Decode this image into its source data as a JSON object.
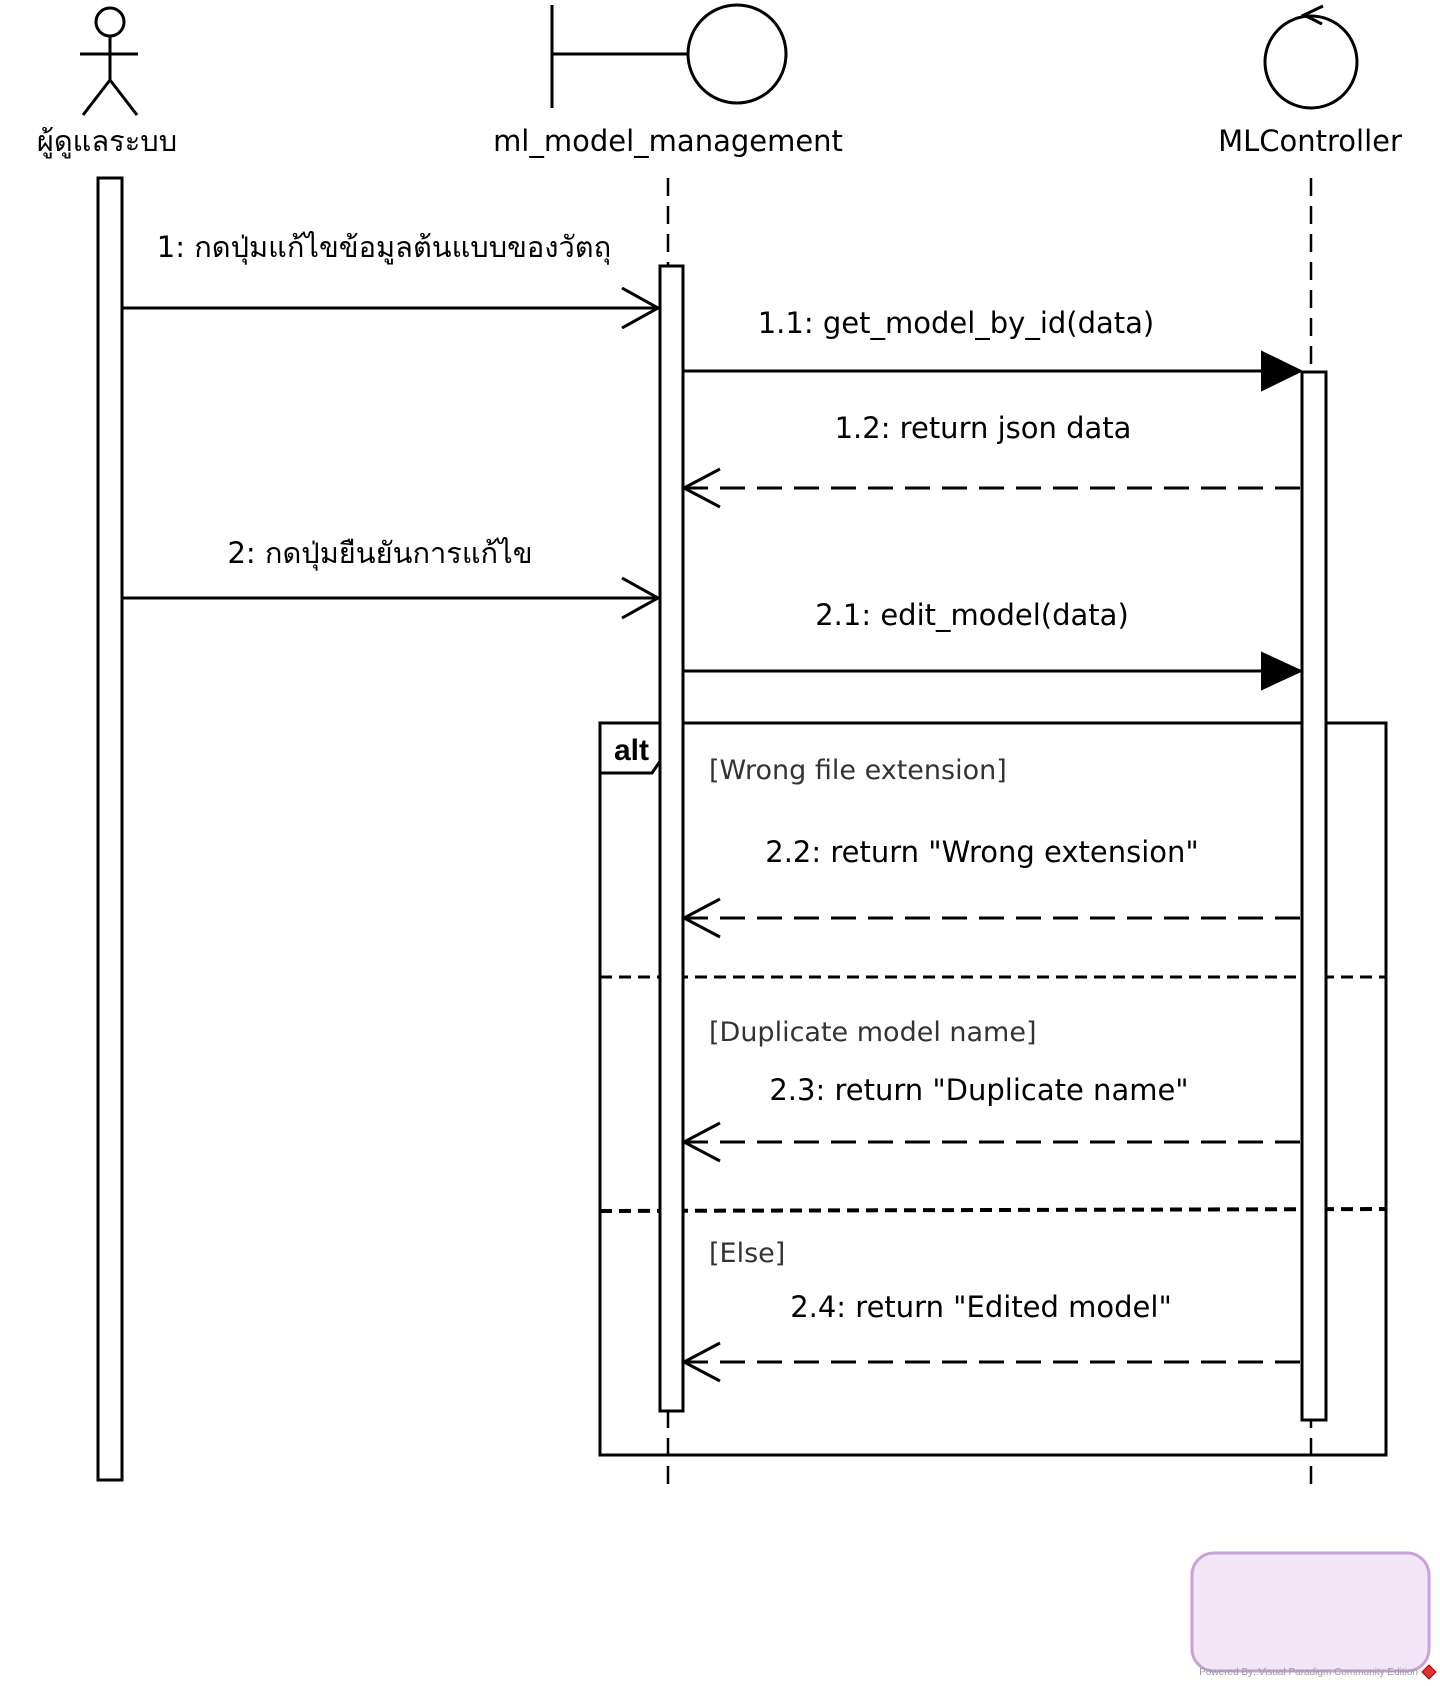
{
  "lifelines": [
    {
      "name": "ผู้ดูแลระบบ",
      "kind": "actor"
    },
    {
      "name": "ml_model_management",
      "kind": "boundary"
    },
    {
      "name": "MLController",
      "kind": "control"
    }
  ],
  "messages": [
    {
      "label": "1: กดปุ่มแก้ไขข้อมูลต้นแบบของวัตถุ",
      "type": "async"
    },
    {
      "label": "1.1: get_model_by_id(data)",
      "type": "sync"
    },
    {
      "label": "1.2: return json data",
      "type": "return"
    },
    {
      "label": "2: กดปุ่มยืนยันการแก้ไข",
      "type": "async"
    },
    {
      "label": "2.1: edit_model(data)",
      "type": "sync"
    },
    {
      "label": "2.2: return \"Wrong extension\"",
      "type": "return"
    },
    {
      "label": "2.3: return \"Duplicate name\"",
      "type": "return"
    },
    {
      "label": "2.4: return \"Edited model\"",
      "type": "return"
    }
  ],
  "alt_fragment": {
    "operator": "alt",
    "guards": [
      "[Wrong file extension]",
      "[Duplicate model name]",
      "[Else]"
    ]
  },
  "footer": "Powered By::Visual Paradigm Community Edition"
}
